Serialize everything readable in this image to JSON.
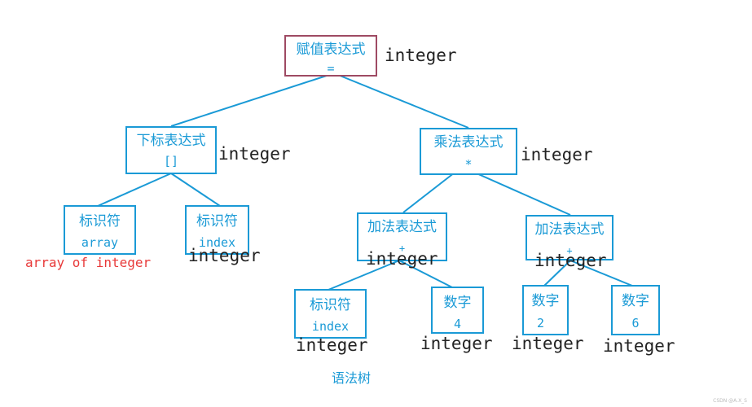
{
  "nodes": {
    "root": {
      "label": "赋值表达式",
      "sub": "=",
      "type": "integer"
    },
    "index": {
      "label": "下标表达式",
      "sub": "[]",
      "type": "integer"
    },
    "mul": {
      "label": "乘法表达式",
      "sub": "*",
      "type": "integer"
    },
    "id1": {
      "label": "标识符",
      "sub": "array",
      "type": "array of integer"
    },
    "id2": {
      "label": "标识符",
      "sub": "index",
      "type": "integer"
    },
    "add1": {
      "label": "加法表达式",
      "sub": "+",
      "type": "integer"
    },
    "add2": {
      "label": "加法表达式",
      "sub": "+",
      "type": "integer"
    },
    "id3": {
      "label": "标识符",
      "sub": "index",
      "type": "integer"
    },
    "num4": {
      "label": "数字",
      "sub": "4",
      "type": "integer"
    },
    "num2": {
      "label": "数字",
      "sub": "2",
      "type": "integer"
    },
    "num6": {
      "label": "数字",
      "sub": "6",
      "type": "integer"
    }
  },
  "caption": "语法树",
  "watermark": "CSDN @A.X_S",
  "colors": {
    "node_border": "#1a9ad6",
    "root_border": "#9e4a63",
    "text_blue": "#1a9ad6",
    "type_text": "#222222",
    "type_red": "#e83a3a"
  }
}
